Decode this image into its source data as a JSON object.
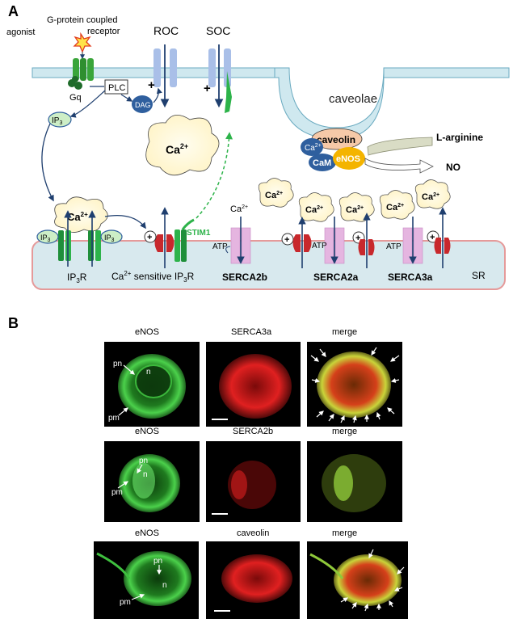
{
  "panel_a": {
    "label": "A",
    "agonist": "agonist",
    "gpcr_line1": "G-protein coupled",
    "gpcr_line2": "receptor",
    "gq": "Gq",
    "plc": "PLC",
    "dag": "DAG",
    "ip3": "IP",
    "ip3_sub": "3",
    "roc": "ROC",
    "soc": "SOC",
    "plus": "+",
    "circled_plus": "+",
    "ca": "Ca",
    "ca_sup": "2+",
    "caveolae": "caveolae",
    "caveolin": "caveolin",
    "cam": "CaM",
    "enos": "eNOS",
    "l_arginine": "L-arginine",
    "no": "NO",
    "stim1": "STIM1",
    "atp": "ATP",
    "ip3r_main": "IP",
    "ip3r_sub": "3",
    "ip3r_tail": "R",
    "ca_sensitive_prefix": "Ca",
    "ca_sensitive_sup": "2+",
    "ca_sensitive_rest": " sensitive IP",
    "ca_sensitive_sub": "3",
    "ca_sensitive_tail": "R",
    "serca2b": "SERCA2b",
    "serca2a": "SERCA2a",
    "serca3a": "SERCA3a",
    "sr": "SR"
  },
  "panel_b": {
    "label": "B",
    "rows": [
      {
        "titles": [
          "eNOS",
          "SERCA3a",
          "merge"
        ],
        "annotations": {
          "pn": "pn",
          "n": "n",
          "pm": "pm"
        }
      },
      {
        "titles": [
          "eNOS",
          "SERCA2b",
          "merge"
        ],
        "annotations": {
          "pn": "pn",
          "n": "n",
          "pm": "pm"
        }
      },
      {
        "titles": [
          "eNOS",
          "caveolin",
          "merge"
        ],
        "annotations": {
          "pn": "pn",
          "n": "n",
          "pm": "pm"
        }
      }
    ]
  },
  "colors": {
    "membrane": "#cfe8ef",
    "sr_fill": "#d8e9ee",
    "sr_outline": "#e59a9a",
    "arrow_blue": "#1f3f6f",
    "receptor_green": "#3aa53a",
    "channel_blue": "#a9bfe8",
    "ca_cloud": "#fff8d6",
    "caveolin": "#f6c9a8",
    "enos": "#f4b400",
    "cam": "#2f5f9e",
    "atpase_pink": "#e5b5e0",
    "ip3r_red": "#c8282c",
    "stim1_green": "#2db34a",
    "ip3_pill": "#cdeec6"
  }
}
